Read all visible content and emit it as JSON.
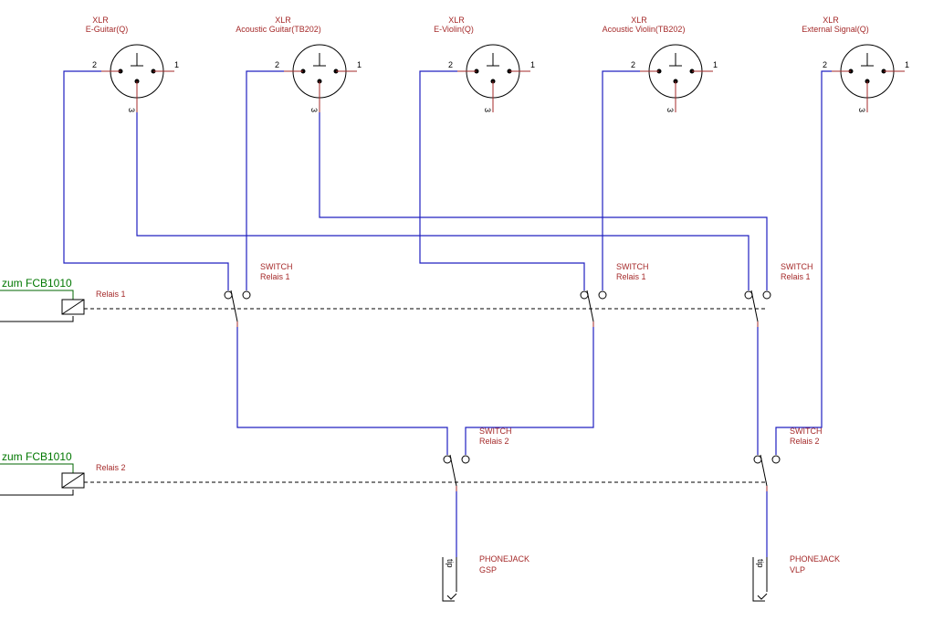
{
  "connectors": [
    {
      "type": "XLR",
      "name": "E-Guitar(Q)",
      "pins": [
        "2",
        "1",
        "3"
      ]
    },
    {
      "type": "XLR",
      "name": "Acoustic Guitar(TB202)",
      "pins": [
        "2",
        "1",
        "3"
      ]
    },
    {
      "type": "XLR",
      "name": "E-Violin(Q)",
      "pins": [
        "2",
        "1",
        "3"
      ]
    },
    {
      "type": "XLR",
      "name": "Acoustic Violin(TB202)",
      "pins": [
        "2",
        "1",
        "3"
      ]
    },
    {
      "type": "XLR",
      "name": "External Signal(Q)",
      "pins": [
        "2",
        "1",
        "3"
      ]
    }
  ],
  "relays": [
    {
      "source": "zum FCB1010",
      "name": "Relais 1"
    },
    {
      "source": "zum FCB1010",
      "name": "Relais 2"
    }
  ],
  "switches": [
    {
      "type": "SWITCH",
      "name": "Relais 1"
    },
    {
      "type": "SWITCH",
      "name": "Relais 1"
    },
    {
      "type": "SWITCH",
      "name": "Relais 1"
    },
    {
      "type": "SWITCH",
      "name": "Relais 2"
    },
    {
      "type": "SWITCH",
      "name": "Relais 2"
    }
  ],
  "outputs": [
    {
      "type": "PHONEJACK",
      "name": "GSP",
      "pin": "tip"
    },
    {
      "type": "PHONEJACK",
      "name": "VLP",
      "pin": "tip"
    }
  ],
  "colors": {
    "wire": "#2020c0",
    "label": "#a52a2a",
    "control": "#007700",
    "symbol": "#000000"
  }
}
